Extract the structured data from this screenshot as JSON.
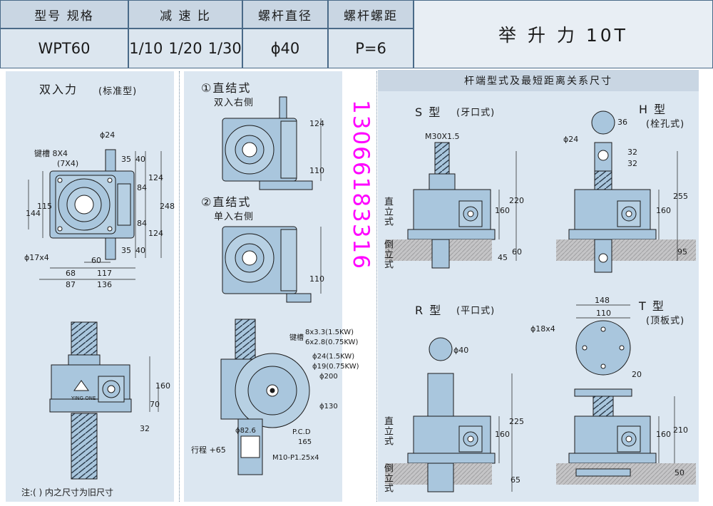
{
  "header": {
    "model_label": "型号 规格",
    "ratio_label": "减 速 比",
    "diameter_label": "螺杆直径",
    "pitch_label": "螺杆螺距",
    "model_value": "WPT60",
    "ratios": [
      "1/10",
      "1/20",
      "1/30"
    ],
    "diameter_value": "ϕ40",
    "pitch_value": "P=6",
    "lift_force": "举 升 力  10T"
  },
  "left": {
    "title": "双入力",
    "title_note": "(标准型)",
    "dims": {
      "d24": "ϕ24",
      "key": "键槽 8X4",
      "key_old": "(7X4)",
      "v35a": "35",
      "v40a": "40",
      "v124a": "124",
      "v84a": "84",
      "v248": "248",
      "v115": "115",
      "v144": "144",
      "v84b": "84",
      "v124b": "124",
      "v40b": "40",
      "v35b": "35",
      "d17": "ϕ17x4",
      "h60": "60",
      "h68": "68",
      "h117": "117",
      "h87": "87",
      "h136": "136",
      "v160": "160",
      "v70": "70",
      "v32": "32",
      "brand": "YING ONE"
    },
    "note": "注:( ) 内之尺寸为旧尺寸"
  },
  "middle": {
    "title1": "①直结式",
    "sub1": "双入右侧",
    "title2": "②直结式",
    "sub2": "单入右侧",
    "dims": {
      "v124": "124",
      "v110a": "110",
      "v110b": "110",
      "key_line1": "8x3.3(1.5KW)",
      "key_line2": "6x2.8(0.75KW)",
      "key_label": "键槽",
      "d24": "ϕ24(1.5KW)",
      "d19": "ϕ19(0.75KW)",
      "d200": "ϕ200",
      "d130": "ϕ130",
      "d82": "ϕ82.6",
      "pcd": "P.C.D",
      "pcd_val": "165",
      "m10": "M10-P1.25x4",
      "stroke": "行程 +65"
    }
  },
  "phone": "13066183316",
  "right": {
    "section_title": "杆端型式及最短距离关系尺寸",
    "s_type": "S 型",
    "s_note": "(牙口式)",
    "h_type": "H 型",
    "h_note": "(栓孔式)",
    "r_type": "R 型",
    "r_note": "(平口式)",
    "t_type": "T 型",
    "t_note": "(顶板式)",
    "upright": "直立式",
    "inverted": "倒立式",
    "dims": {
      "m30": "M30X1.5",
      "s220": "220",
      "s160": "160",
      "s45": "45",
      "s60": "60",
      "h36": "36",
      "h24": "ϕ24",
      "h32a": "32",
      "h32b": "32",
      "h255": "255",
      "h160": "160",
      "h95": "95",
      "r40": "ϕ40",
      "r225": "225",
      "r160": "160",
      "r65": "65",
      "t148": "148",
      "t110": "110",
      "t18": "ϕ18x4",
      "t20": "20",
      "t210": "210",
      "t160": "160",
      "t50": "50"
    }
  },
  "colors": {
    "body": "#a9c6dd",
    "panel": "#dce7f1",
    "header": "#c9d6e3",
    "line": "#1a1a1a",
    "phone": "#ff00ff",
    "ground": "#b9b9bb"
  }
}
